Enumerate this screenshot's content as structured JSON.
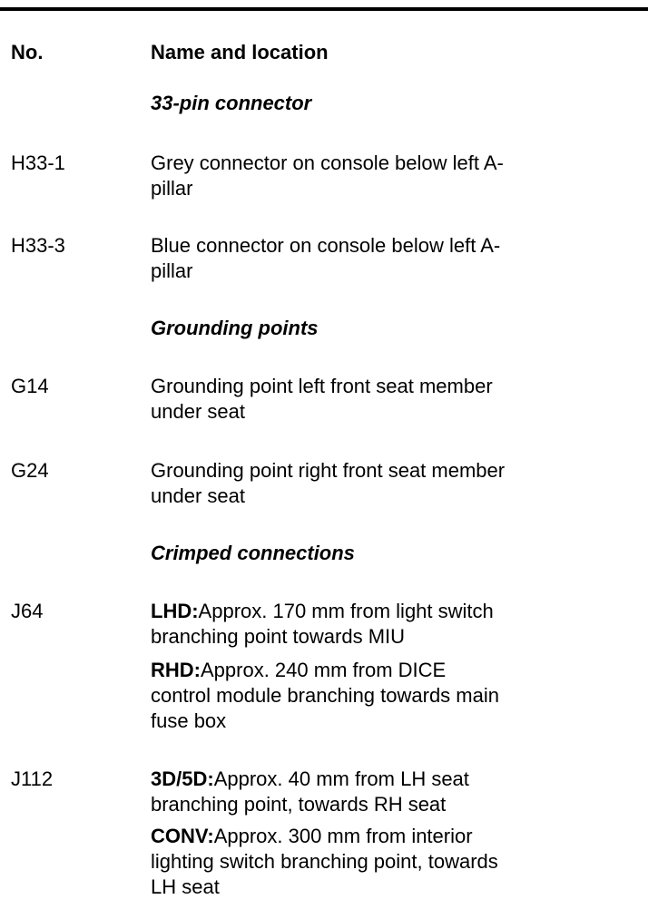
{
  "header": {
    "col_no": "No.",
    "col_name": "Name and location"
  },
  "sections": {
    "connector": {
      "title": "33-pin connector",
      "rows": [
        {
          "no": "H33-1",
          "line1": "Grey connector on console below left A-",
          "line2": "pillar"
        },
        {
          "no": "H33-3",
          "line1": "Blue connector on console below left A-",
          "line2": "pillar"
        }
      ]
    },
    "grounding": {
      "title": "Grounding points",
      "rows": [
        {
          "no": "G14",
          "line1": "Grounding point left front seat member",
          "line2": "under seat"
        },
        {
          "no": "G24",
          "line1": "Grounding point right front seat member",
          "line2": "under seat"
        }
      ]
    },
    "crimped": {
      "title": "Crimped connections",
      "j64": {
        "no": "J64",
        "lhd_label": "LHD:",
        "lhd_line1": "Approx. 170 mm from light switch",
        "lhd_line2": "branching point towards MIU",
        "rhd_label": "RHD:",
        "rhd_line1": "Approx. 240 mm from DICE",
        "rhd_line2": "control module branching towards main",
        "rhd_line3": "fuse box"
      },
      "j112": {
        "no": "J112",
        "d35_label": "3D/5D:",
        "d35_line1": "Approx. 40 mm from LH seat",
        "d35_line2": "branching point, towards RH seat",
        "conv_label": "CONV:",
        "conv_line1": "Approx. 300 mm from interior",
        "conv_line2": "lighting switch branching point, towards",
        "conv_line3": "LH seat"
      }
    }
  }
}
